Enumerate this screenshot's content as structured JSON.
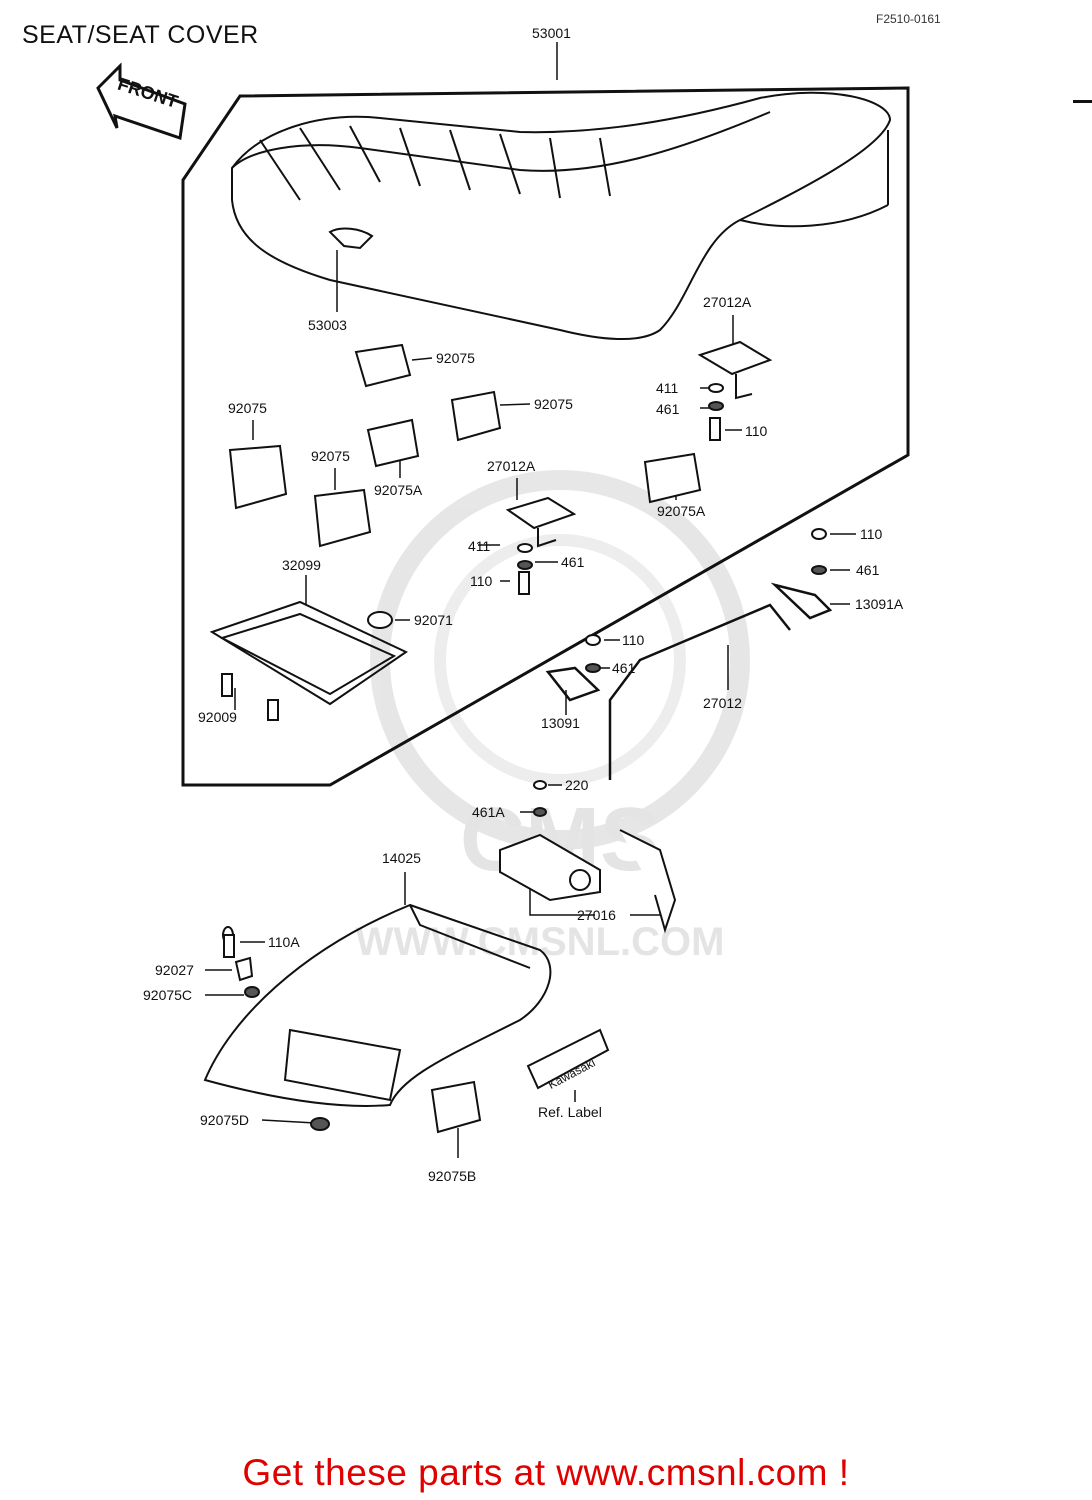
{
  "header": {
    "title": "SEAT/SEAT COVER",
    "code": "F2510-0161"
  },
  "front_arrow": "FRONT",
  "watermark": {
    "brand": "CMS",
    "url": "WWW.CMSNL.COM"
  },
  "labels": {
    "l53001": "53001",
    "l53003": "53003",
    "l27012A_top": "27012A",
    "l411_top": "411",
    "l461_top": "461",
    "l110_top": "110",
    "l92075_a": "92075",
    "l92075_b": "92075",
    "l92075_c": "92075",
    "l92075_d": "92075",
    "l92075A_a": "92075A",
    "l92075A_b": "92075A",
    "l27012A_mid": "27012A",
    "l411_mid": "411",
    "l461_mid": "461",
    "l110_mid": "110",
    "l32099": "32099",
    "l92071": "92071",
    "l92009": "92009",
    "l110_r1": "110",
    "l461_r1": "461",
    "l13091A": "13091A",
    "l110_r2": "110",
    "l461_r2": "461",
    "l13091": "13091",
    "l27012": "27012",
    "l220": "220",
    "l461A": "461A",
    "l27016": "27016",
    "l14025": "14025",
    "l110A": "110A",
    "l92027": "92027",
    "l92075C": "92075C",
    "l92075D": "92075D",
    "l92075B": "92075B",
    "ref_label": "Ref.  Label",
    "emblem": "Kawasaki"
  },
  "footer": {
    "text": "Get these parts at www.cmsnl.com !",
    "color": "#e00000"
  }
}
